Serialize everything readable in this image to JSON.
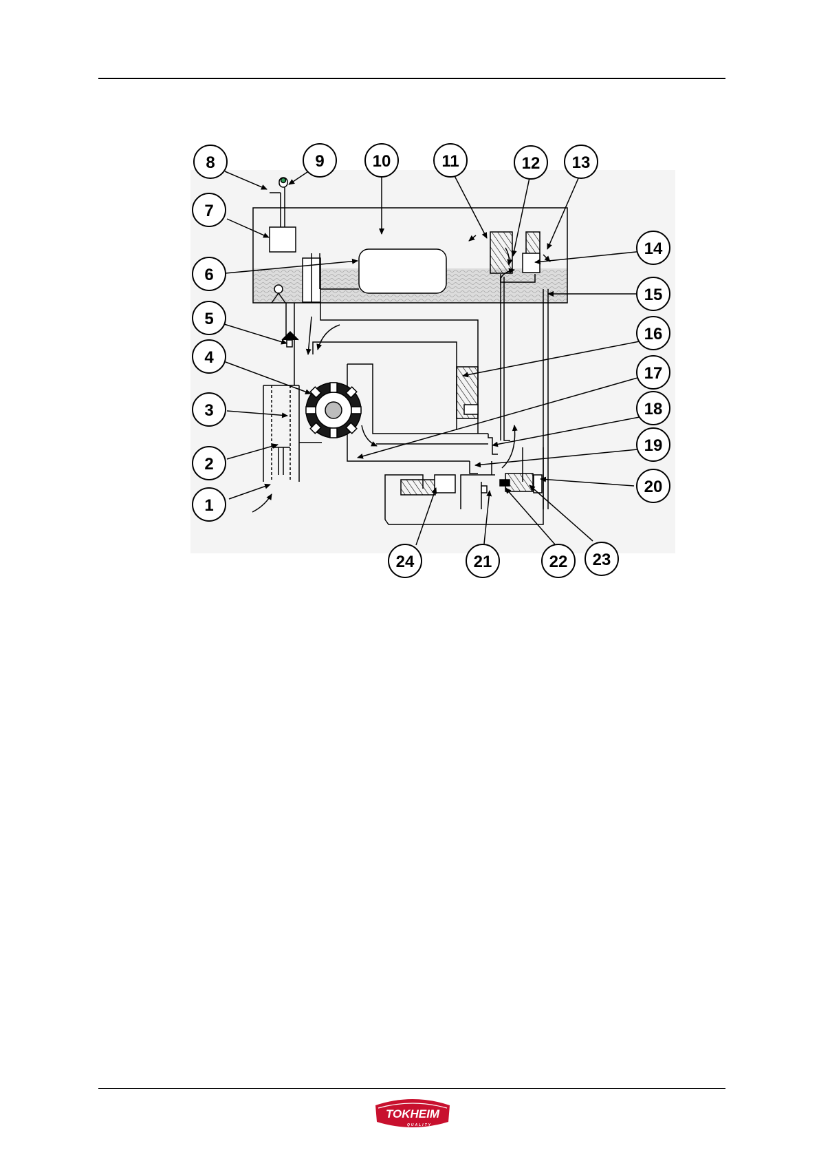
{
  "colors": {
    "line": "#000000",
    "fluid": "#d9d9d9",
    "fluid_wave": "#b9b9b9",
    "brand_red": "#c8102e",
    "indicator_green": "#2f9e57"
  },
  "callouts": [
    "1",
    "2",
    "3",
    "4",
    "5",
    "6",
    "7",
    "8",
    "9",
    "10",
    "11",
    "12",
    "13",
    "14",
    "15",
    "16",
    "17",
    "18",
    "19",
    "20",
    "21",
    "22",
    "23",
    "24"
  ],
  "footer": {
    "logo_text": "TOKHEIM",
    "logo_subtext": "QUALITY"
  }
}
